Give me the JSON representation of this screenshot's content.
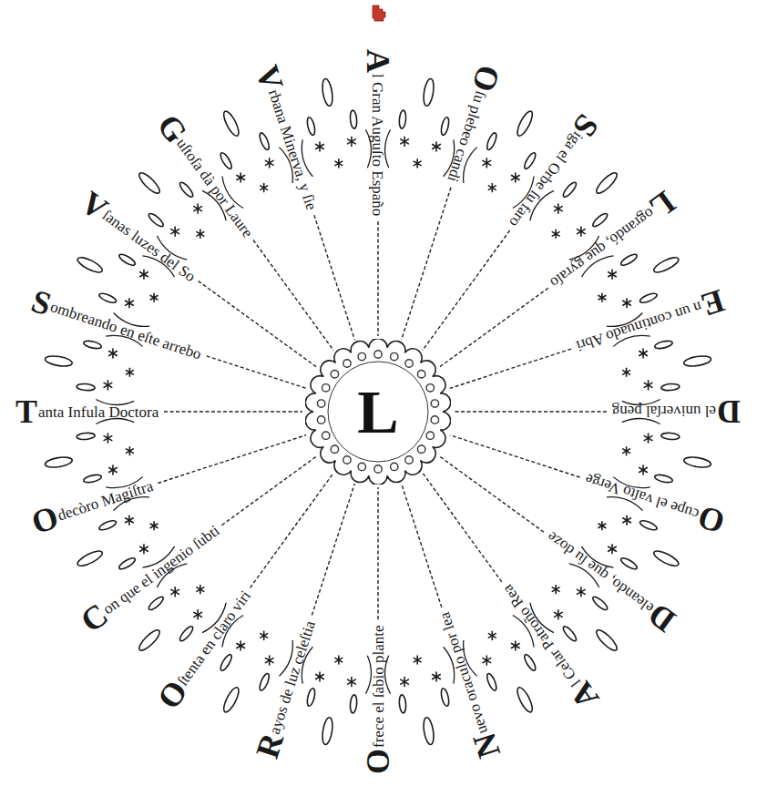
{
  "diagram": {
    "nodes": [
      {
        "text": [
          "L"
        ]
      }
    ],
    "labels": [
      "A",
      "l Gran Auguſto Españo",
      "O",
      "ſu plebeo candi",
      "S",
      "iga el Orbe ſu faro",
      "L",
      "ograndó, que gyraſo",
      "E",
      "n un continuado Abri",
      "D",
      "el univerſal peng",
      "O",
      "cupe el vaſto Verge",
      "D",
      "eleando, que ſu doze",
      "A",
      "l Celar Patroño Rea",
      "N",
      "uevo oraculo por lea",
      "O",
      "frece el ſabio plante",
      "R",
      "ayos de luz celeſtia",
      "O",
      "ſtenta en claro viri",
      "C",
      "on que el ingenio ſubti",
      "O",
      "decòro Magiſtra",
      "T",
      "anta Infula Doctora",
      "S",
      "ombreando en eſte arrebo",
      "V",
      "ſanas luzes del So",
      "G",
      "uſtoſa dà por Laure",
      "V",
      "rbana Minerva, y ſie"
    ]
  }
}
